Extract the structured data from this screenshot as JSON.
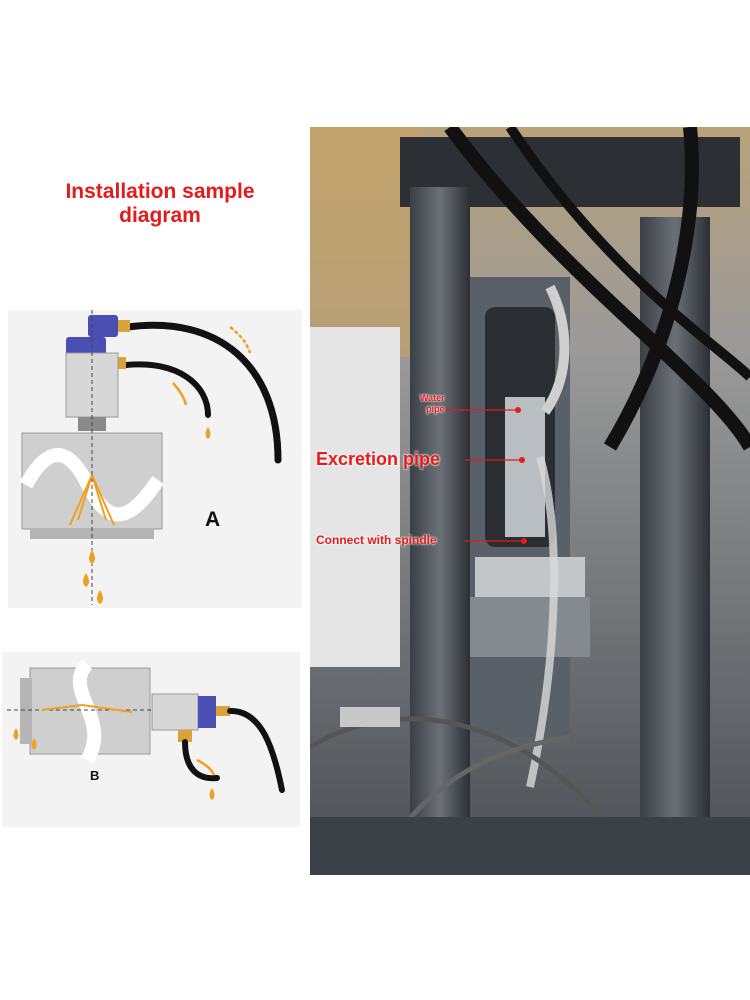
{
  "title": {
    "line1": "Installation sample",
    "line2": "diagram"
  },
  "diagram_a": {
    "label": "A"
  },
  "diagram_b": {
    "label": "B"
  },
  "photo_callouts": {
    "water_pipe_line1": "Water",
    "water_pipe_line2": "pipe",
    "excretion_pipe": "Excretion pipe",
    "connect_spindle": "Connect with spindle"
  },
  "colors": {
    "accent_red": "#e31b1b",
    "oil_orange": "#f0a020",
    "connector_blue": "#4a4fb3",
    "hose_black": "#111111",
    "metal_gray": "#c9c9c9"
  }
}
